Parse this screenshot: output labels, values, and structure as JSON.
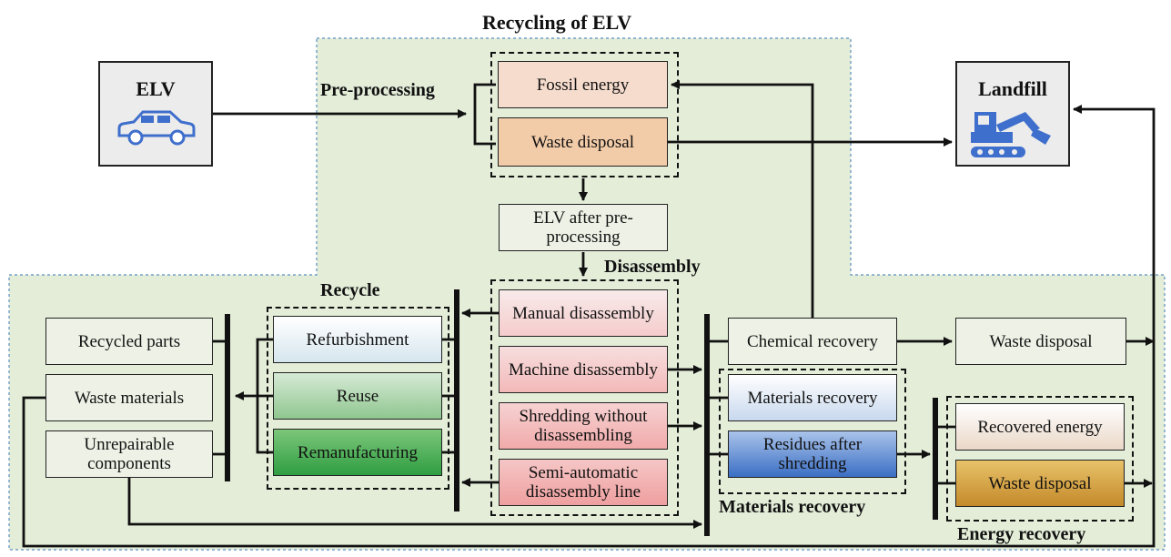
{
  "title": "Recycling  of ELV",
  "sections": {
    "pre_processing": "Pre-processing",
    "disassembly": "Disassembly",
    "recycle": "Recycle",
    "materials_recovery": "Materials recovery",
    "energy_recovery": "Energy recovery"
  },
  "terminals": {
    "elv": {
      "label": "ELV",
      "icon": "car-icon"
    },
    "landfill": {
      "label": "Landfill",
      "icon": "excavator-icon"
    }
  },
  "pre_processing_boxes": {
    "fossil_energy": "Fossil energy",
    "waste_disposal": "Waste disposal"
  },
  "elv_after": "ELV after pre-processing",
  "disassembly_methods": [
    "Manual disassembly",
    "Machine disassembly",
    "Shredding without disassembling",
    "Semi-automatic disassembly line"
  ],
  "recycle_options": [
    "Refurbishment",
    "Reuse",
    "Remanufacturing"
  ],
  "outputs": [
    "Recycled parts",
    "Waste materials",
    "Unrepairable components"
  ],
  "materials": {
    "chemical_recovery": "Chemical recovery",
    "waste_disposal": "Waste disposal",
    "materials_recovery": "Materials recovery",
    "residues": "Residues after shredding"
  },
  "energy": {
    "recovered": "Recovered energy",
    "waste_disposal": "Waste disposal"
  },
  "colors": {
    "region_fill": "#e3edd8",
    "region_border": "#5a8fc0",
    "fossil": "#f6dccd",
    "waste_pre": "#f2cba8",
    "refurb": "#e6eef2",
    "reuse": "#b4d6b4",
    "reman": "#3aa84a",
    "disassembly": "#f6b9b9",
    "residues": "#3b6fc4",
    "energy_waste": "#c48a2a",
    "icon_blue": "#3f6fcc"
  }
}
